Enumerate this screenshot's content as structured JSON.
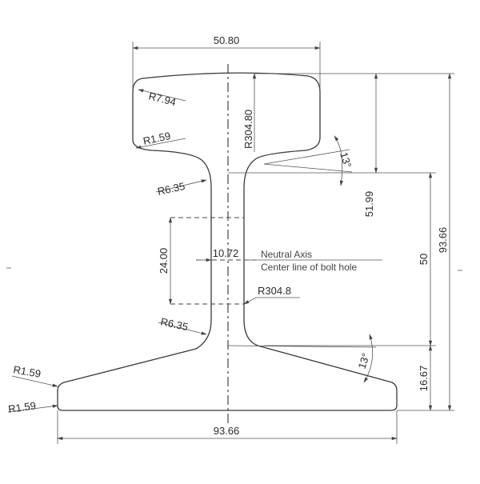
{
  "diagram": {
    "labels": {
      "head_width": "50.80",
      "head_corner_radius": "R7.94",
      "head_underside_radius": "R1.59",
      "crown_radius": "R304.80",
      "head_slope_angle": "13°",
      "upper_fillet_radius": "R6.35",
      "head_depth": "51.99",
      "total_height": "93.66",
      "web_bolt_span": "24.00",
      "web_thickness": "10.72",
      "neutral_axis": "Neutral Axis",
      "bolt_hole_centerline": "Center line of bolt hole",
      "web_height": "50",
      "web_radius": "R304.8",
      "lower_fillet_radius": "R6.35",
      "base_slope_angle": "13°",
      "base_edge_radius_top": "R1.59",
      "base_edge_radius_bottom": "R1.59",
      "base_depth": "16.67",
      "base_width": "93.66"
    },
    "colors": {
      "line": "#3a3a3a",
      "text": "#2b2b2b",
      "background": "#ffffff"
    }
  }
}
